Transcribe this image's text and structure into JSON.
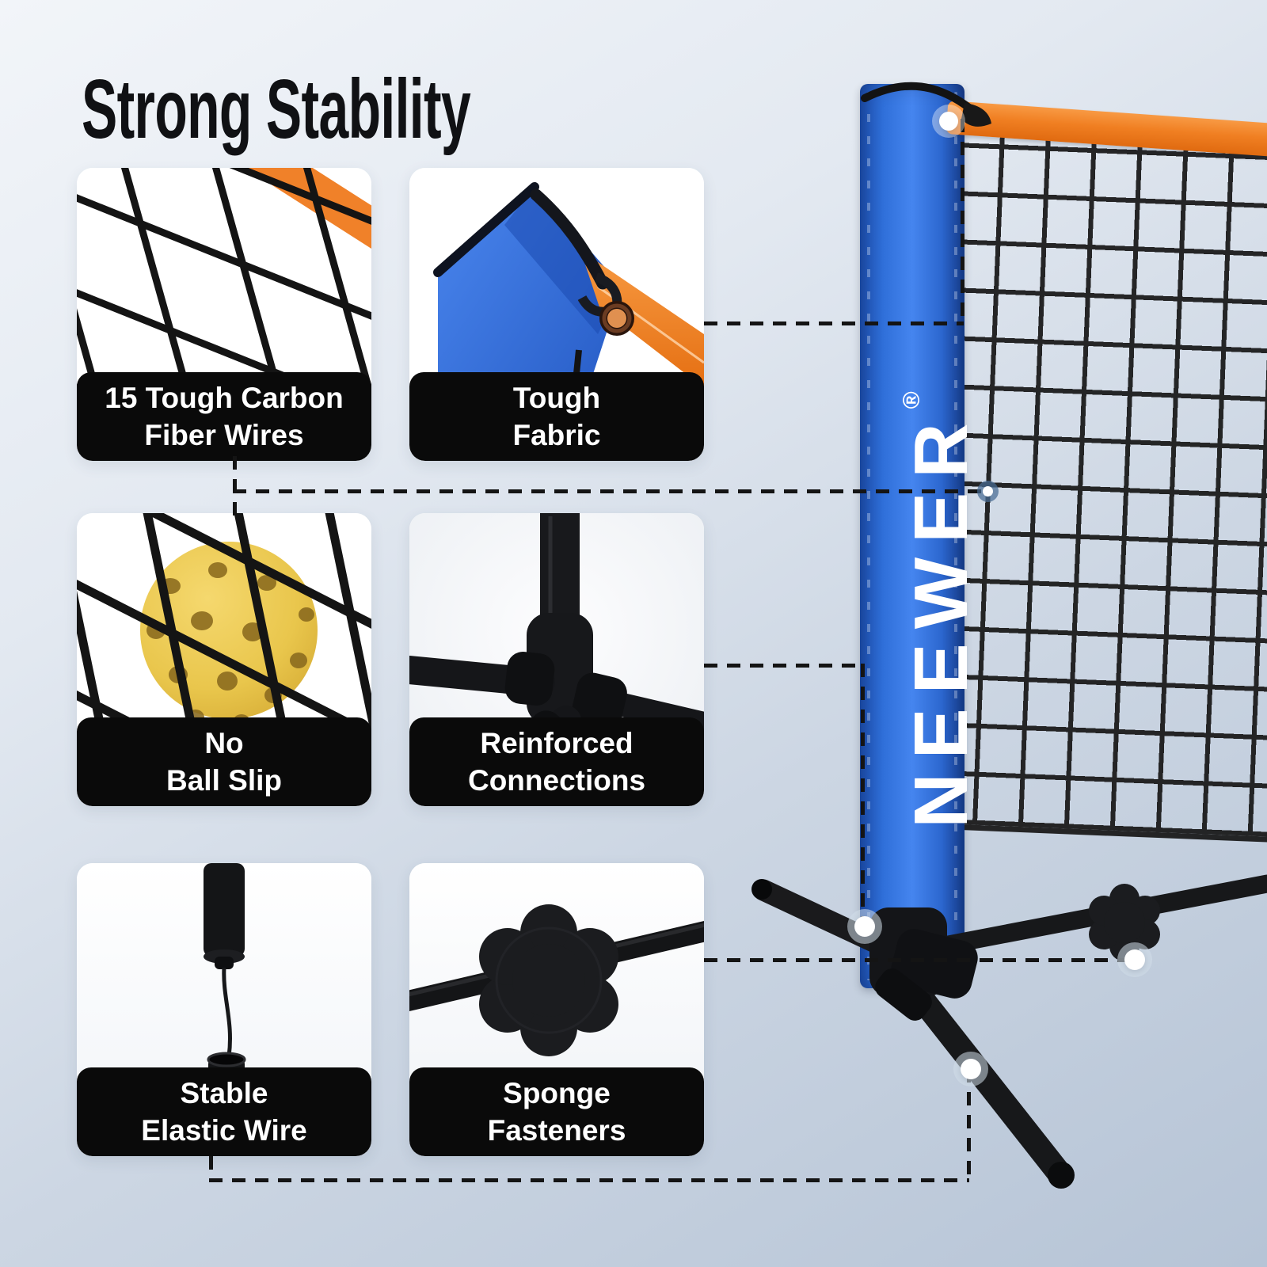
{
  "title": "Strong Stability",
  "brand": {
    "name": "NEEWER",
    "registered": "®"
  },
  "features": [
    {
      "id": "carbon-fiber-wires",
      "line1": "15 Tough Carbon",
      "line2": "Fiber Wires"
    },
    {
      "id": "tough-fabric",
      "line1": "Tough",
      "line2": "Fabric"
    },
    {
      "id": "no-ball-slip",
      "line1": "No",
      "line2": "Ball Slip"
    },
    {
      "id": "reinforced-connections",
      "line1": "Reinforced",
      "line2": "Connections"
    },
    {
      "id": "stable-elastic-wire",
      "line1": "Stable",
      "line2": "Elastic Wire"
    },
    {
      "id": "sponge-fasteners",
      "line1": "Sponge",
      "line2": "Fasteners"
    }
  ],
  "colors": {
    "ink": "#101114",
    "bg_top": "#f2f5f9",
    "bg_bottom": "#b6c4d6",
    "caption_bg": "#0a0a0a",
    "caption_text": "#ffffff",
    "accent_blue": "#2f6fd9",
    "accent_orange": "#f07f22",
    "ball_yellow": "#e9c64c",
    "net_black": "#1a1a1a",
    "frame_black": "#161619"
  }
}
